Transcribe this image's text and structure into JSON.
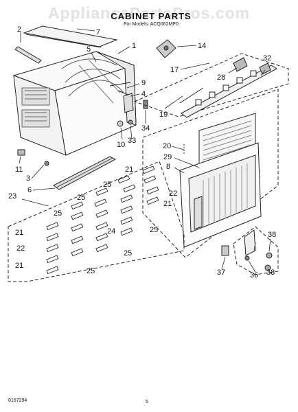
{
  "header": {
    "watermark": "AppliancePartsPros.com",
    "title": "CABINET PARTS",
    "subtitle": "For Models: ACQ062MP0"
  },
  "footer": {
    "doc_number": "8167294",
    "page_number": "5"
  },
  "callouts": {
    "c1": "1",
    "c2": "2",
    "c3": "3",
    "c4": "4",
    "c5": "5",
    "c6": "6",
    "c7": "7",
    "c8": "8",
    "c9": "9",
    "c10": "10",
    "c11": "11",
    "c14": "14",
    "c17": "17",
    "c19": "19",
    "c20": "20",
    "c21a": "21",
    "c21b": "21",
    "c21c": "21",
    "c21d": "21",
    "c22a": "22",
    "c22b": "22",
    "c23": "23",
    "c24": "24",
    "c25a": "25",
    "c25b": "25",
    "c25c": "25",
    "c25d": "25",
    "c25e": "25",
    "c25f": "25",
    "c28": "28",
    "c29": "29",
    "c32": "32",
    "c33": "33",
    "c34": "34",
    "c36": "36",
    "c37": "37",
    "c38a": "38",
    "c38b": "38"
  }
}
